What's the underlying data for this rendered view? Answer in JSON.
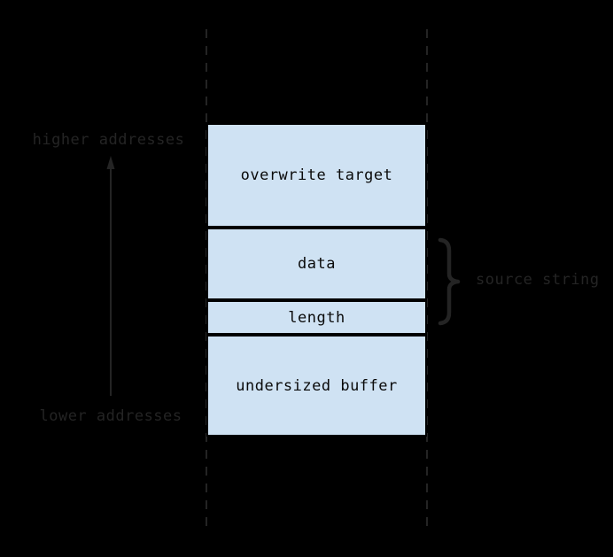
{
  "colors": {
    "background": "#000000",
    "box_fill": "#cfe2f3",
    "box_border": "#000000",
    "box_text": "#0a0a0a",
    "annotation": "#242424"
  },
  "boxes": [
    {
      "id": "overwrite-target",
      "label": "overwrite target"
    },
    {
      "id": "data",
      "label": "data"
    },
    {
      "id": "length",
      "label": "length"
    },
    {
      "id": "undersized-buffer",
      "label": "undersized buffer"
    }
  ],
  "annotations": {
    "higher_addresses": "higher addresses",
    "lower_addresses": "lower addresses",
    "source_string": "source string"
  }
}
